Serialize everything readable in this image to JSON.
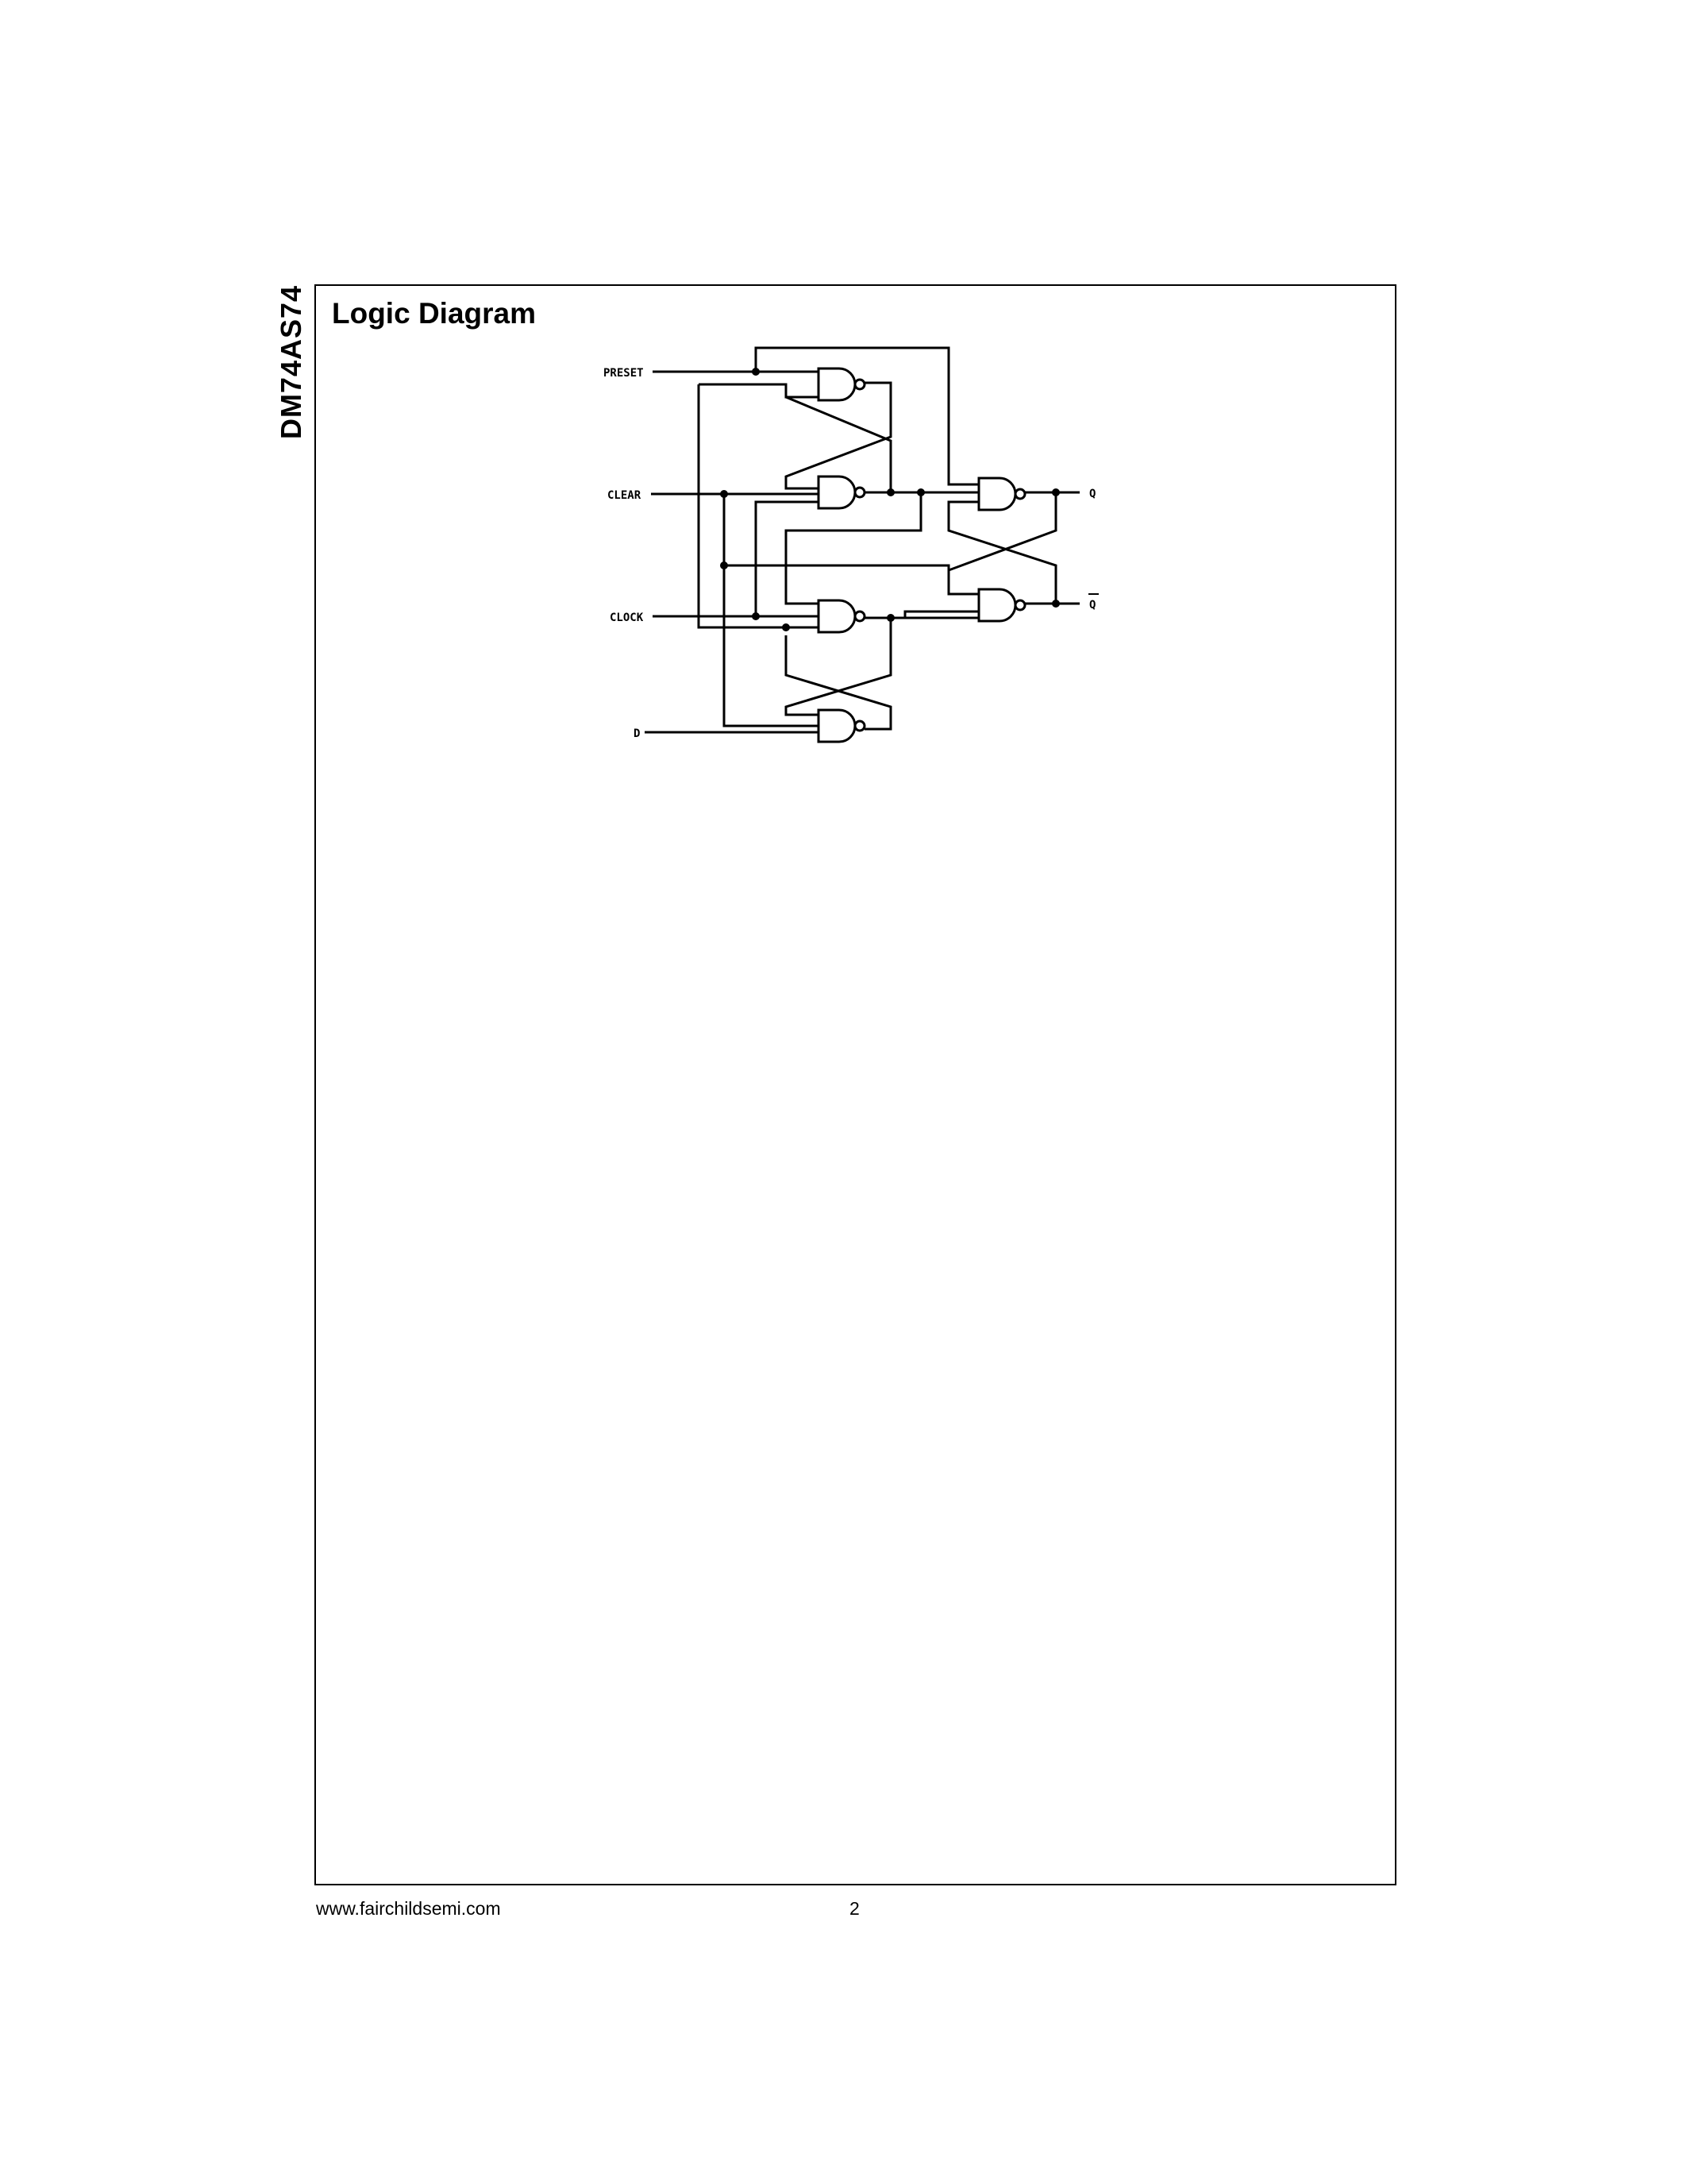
{
  "header": {
    "part_number": "DM74AS74"
  },
  "section": {
    "title": "Logic Diagram"
  },
  "diagram": {
    "inputs": {
      "preset": "PRESET",
      "clear": "CLEAR",
      "clock": "CLOCK",
      "data": "D"
    },
    "outputs": {
      "q": "Q",
      "q_bar": "Q"
    }
  },
  "footer": {
    "url": "www.fairchildsemi.com",
    "page": "2"
  }
}
